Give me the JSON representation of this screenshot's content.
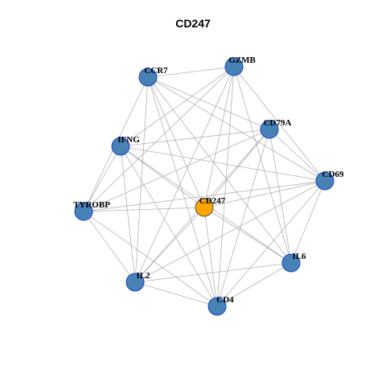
{
  "title": "CD247",
  "colors": {
    "node_fill": "#4682b4",
    "node_stroke": "#1f3fd6",
    "center_fill": "#ffa500",
    "center_stroke": "#555555",
    "edge": "#b3b3b3"
  },
  "nodes": [
    {
      "id": "CCR7",
      "label": "CCR7",
      "center": false
    },
    {
      "id": "GZMB",
      "label": "GZMB",
      "center": false
    },
    {
      "id": "CD79A",
      "label": "CD79A",
      "center": false
    },
    {
      "id": "IFNG",
      "label": "IFNG",
      "center": false
    },
    {
      "id": "CD69",
      "label": "CD69",
      "center": false
    },
    {
      "id": "TYROBP",
      "label": "TYROBP",
      "center": false
    },
    {
      "id": "CD247",
      "label": "CD247",
      "center": true
    },
    {
      "id": "IL6",
      "label": "IL6",
      "center": false
    },
    {
      "id": "IL2",
      "label": "IL2",
      "center": false
    },
    {
      "id": "CD4",
      "label": "CD4",
      "center": false
    }
  ],
  "edges": [
    [
      "CCR7",
      "GZMB"
    ],
    [
      "CCR7",
      "CD79A"
    ],
    [
      "CCR7",
      "CD69"
    ],
    [
      "CCR7",
      "TYROBP"
    ],
    [
      "CCR7",
      "CD247"
    ],
    [
      "CCR7",
      "IL6"
    ],
    [
      "CCR7",
      "IL2"
    ],
    [
      "CCR7",
      "CD4"
    ],
    [
      "GZMB",
      "IFNG"
    ],
    [
      "GZMB",
      "CD69"
    ],
    [
      "GZMB",
      "TYROBP"
    ],
    [
      "GZMB",
      "CD247"
    ],
    [
      "GZMB",
      "IL6"
    ],
    [
      "GZMB",
      "IL2"
    ],
    [
      "GZMB",
      "CD4"
    ],
    [
      "CD79A",
      "IFNG"
    ],
    [
      "CD79A",
      "CD69"
    ],
    [
      "CD79A",
      "TYROBP"
    ],
    [
      "CD79A",
      "CD247"
    ],
    [
      "CD79A",
      "IL6"
    ],
    [
      "CD79A",
      "IL2"
    ],
    [
      "CD79A",
      "CD4"
    ],
    [
      "IFNG",
      "CD69"
    ],
    [
      "IFNG",
      "TYROBP"
    ],
    [
      "IFNG",
      "CD247"
    ],
    [
      "IFNG",
      "IL6"
    ],
    [
      "IFNG",
      "IL2"
    ],
    [
      "IFNG",
      "CD4"
    ],
    [
      "CD69",
      "TYROBP"
    ],
    [
      "CD69",
      "CD247"
    ],
    [
      "CD69",
      "IL6"
    ],
    [
      "CD69",
      "IL2"
    ],
    [
      "CD69",
      "CD4"
    ],
    [
      "TYROBP",
      "CD247"
    ],
    [
      "TYROBP",
      "IL2"
    ],
    [
      "TYROBP",
      "CD4"
    ],
    [
      "CD247",
      "IL6"
    ],
    [
      "CD247",
      "IL2"
    ],
    [
      "CD247",
      "CD4"
    ],
    [
      "IL6",
      "IL2"
    ],
    [
      "IL6",
      "CD4"
    ],
    [
      "IL2",
      "CD4"
    ]
  ]
}
